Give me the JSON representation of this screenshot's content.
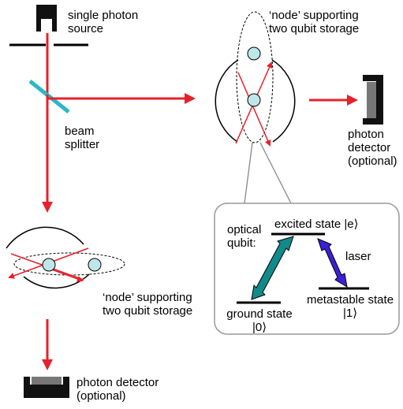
{
  "labels": {
    "single_photon_source": "single photon\nsource",
    "node_top": "‘node’ supporting\ntwo qubit storage",
    "beam_splitter": "beam\nsplitter",
    "photon_detector_right": "photon\ndetector\n(optional)",
    "node_bottom": "‘node’ supporting\ntwo qubit storage",
    "photon_detector_bottom": "photon detector\n(optional)",
    "optical_qubit": "optical\nqubit:",
    "excited_state": "excited state |e⟩",
    "laser": "laser",
    "ground_state": "ground state\n|0⟩",
    "metastable_state": "metastable state\n|1⟩"
  },
  "colors": {
    "photon_beam": "#e8202a",
    "beam_splitter": "#2ab7c6",
    "ion": "#bfe7ea",
    "transition_0e": "#128a8a",
    "transition_1e_laser": "#3a20d8",
    "detector_body": "#111111",
    "detector_window": "#777777",
    "inset_border": "#999999"
  }
}
